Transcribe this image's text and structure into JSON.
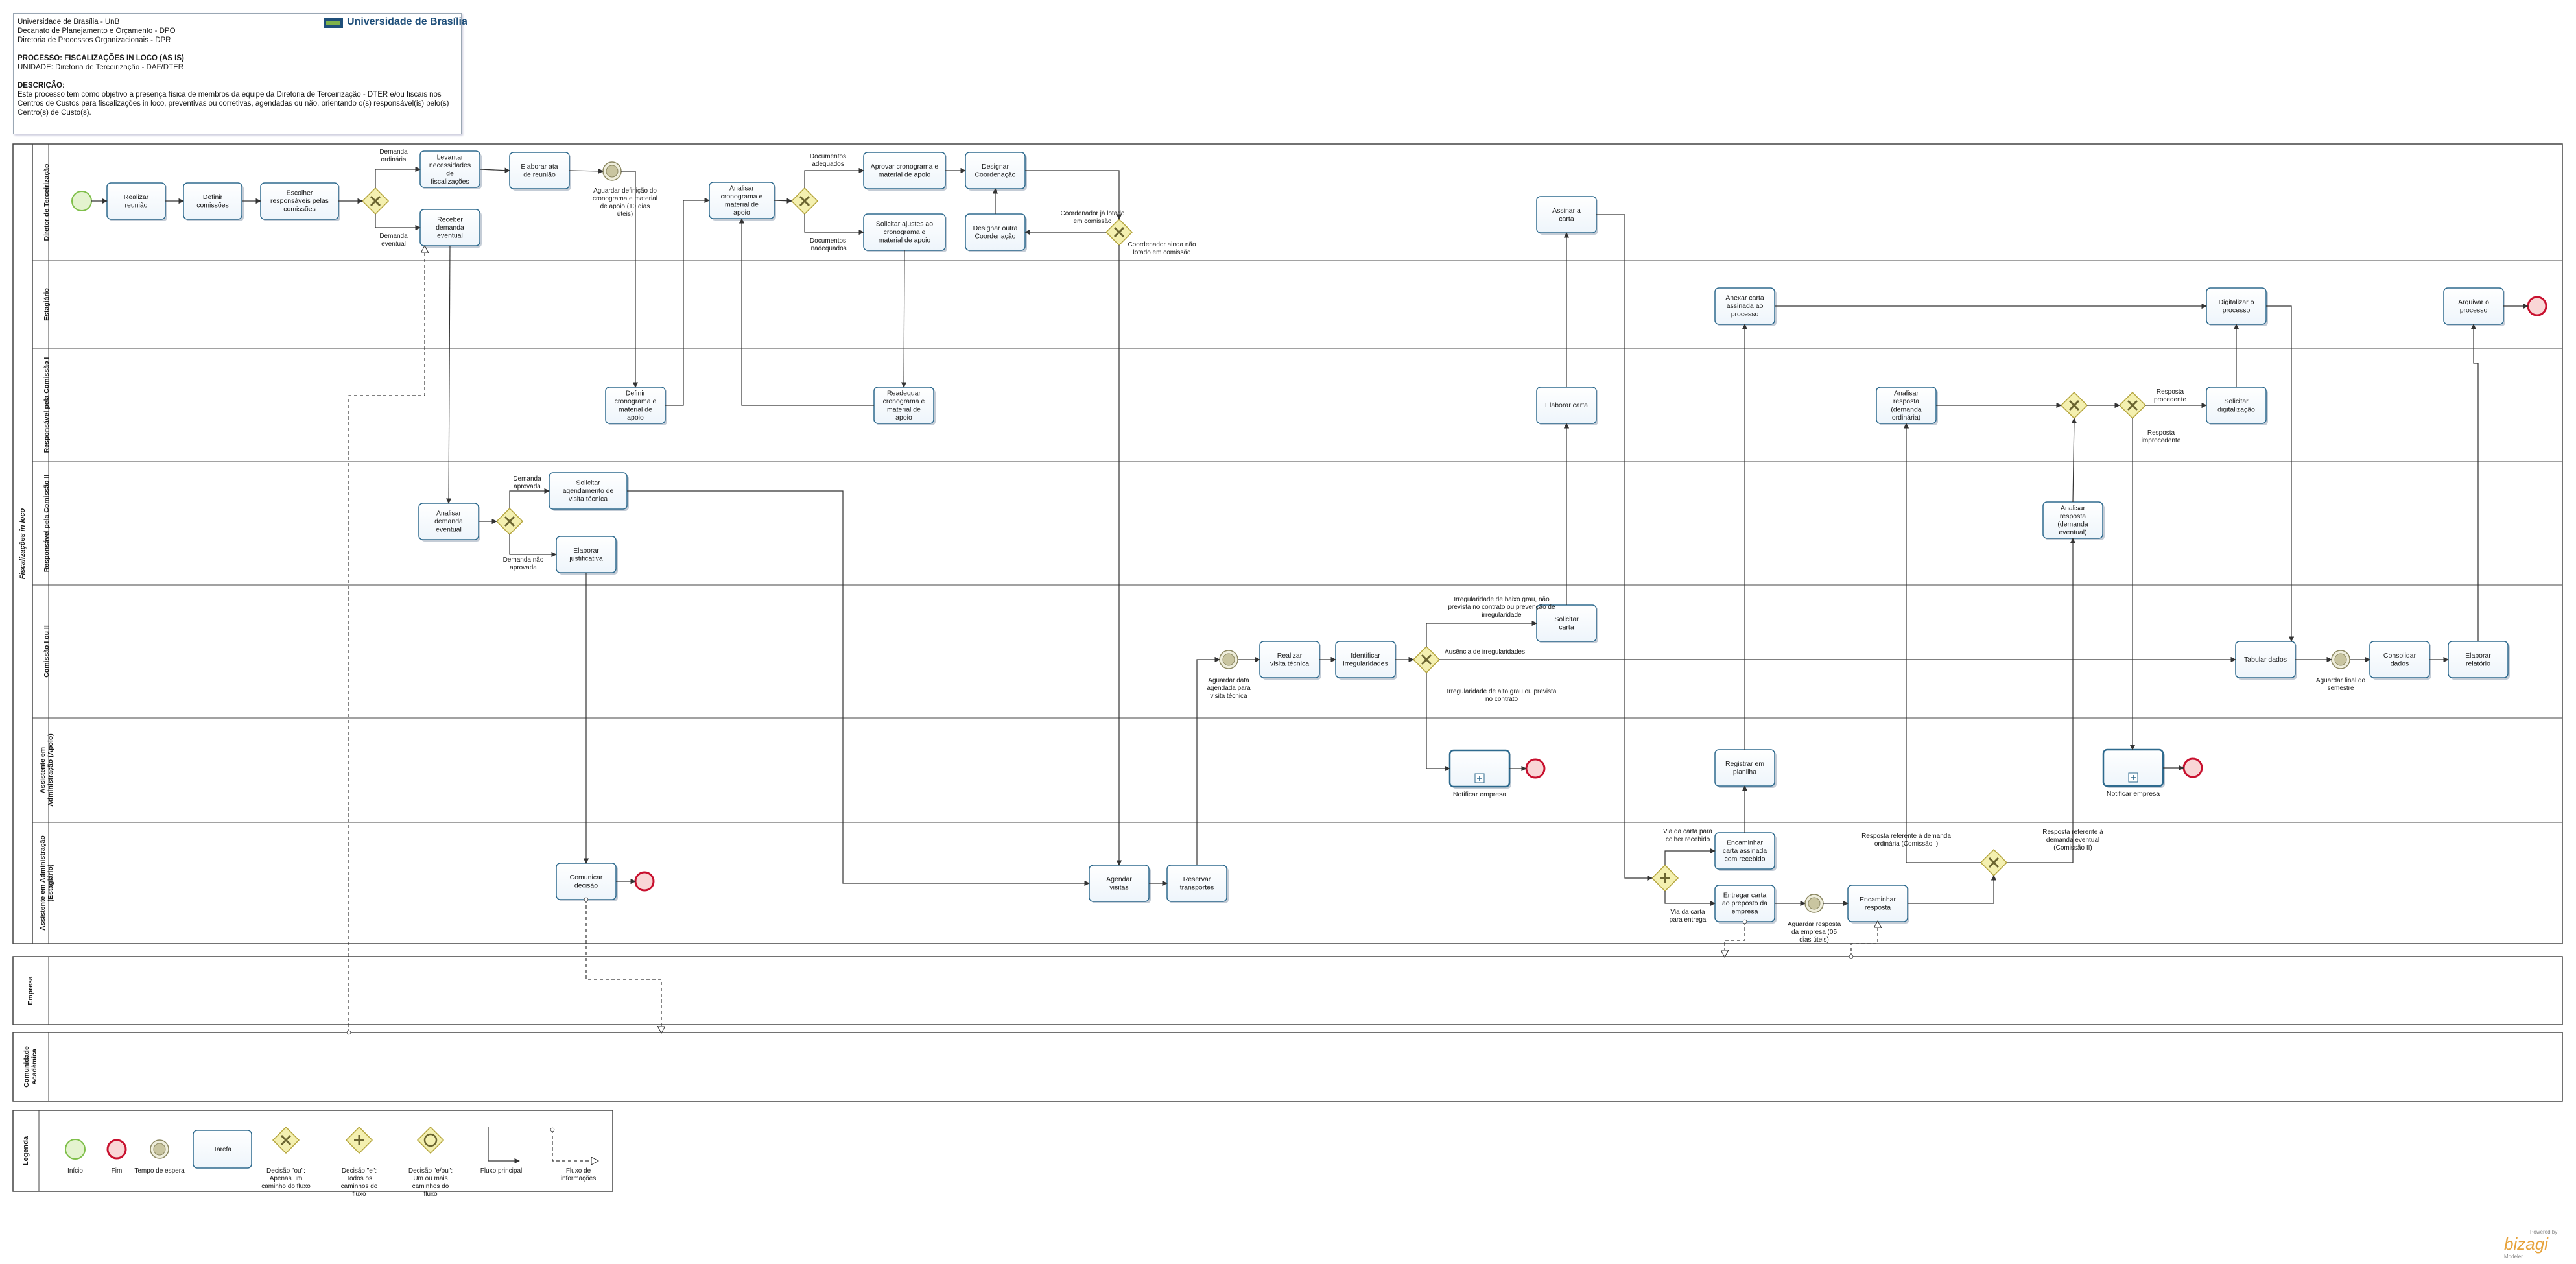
{
  "header": {
    "lines": [
      "Universidade de Brasília - UnB",
      "Decanato de Planejamento e Orçamento - DPO",
      "Diretoria de Processos Organizacionais - DPR"
    ],
    "process_label": "PROCESSO: FISCALIZAÇÕES IN LOCO (AS IS)",
    "unit_label": "UNIDADE: Diretoria de Terceirização - DAF/DTER",
    "description_title": "DESCRIÇÃO:",
    "description": "Este processo tem como objetivo a presença física de membros da equipe da Diretoria de Terceirização - DTER e/ou fiscais nos Centros de Custos para fiscalizações in loco, preventivas ou corretivas, agendadas ou não, orientando o(s) responsável(is) pelo(s) Centro(s) de Custo(s).",
    "logo_text": "Universidade de Brasília"
  },
  "pool_title": "Fiscalizações in loco",
  "lanes": [
    "Diretor de Terceirização",
    "Estagiário",
    "Responsável pela Comissão I",
    "Responsável pela Comissão II",
    "Comissão I ou II",
    "Assistente em Administração (Apoio)",
    "Assistente em Administração (Estagiário)"
  ],
  "external_pools": [
    "Empresa",
    "Comunidade Acadêmica"
  ],
  "tasks": [
    {
      "id": "t1",
      "label": "Realizar reunião"
    },
    {
      "id": "t2",
      "label": "Definir comissões"
    },
    {
      "id": "t3",
      "label": "Escolher responsáveis pelas comissões"
    },
    {
      "id": "t4",
      "label": "Levantar necessidades de fiscalizações"
    },
    {
      "id": "t5",
      "label": "Elaborar ata de reunião"
    },
    {
      "id": "t6",
      "label": "Receber demanda eventual"
    },
    {
      "id": "t7",
      "label": "Analisar cronograma e material de apoio"
    },
    {
      "id": "t8",
      "label": "Aprovar cronograma e material de apoio"
    },
    {
      "id": "t9",
      "label": "Designar Coordenação"
    },
    {
      "id": "t10",
      "label": "Solicitar ajustes ao cronograma e material de apoio"
    },
    {
      "id": "t11",
      "label": "Designar outra Coordenação"
    },
    {
      "id": "t12",
      "label": "Assinar a carta"
    },
    {
      "id": "t13",
      "label": "Anexar carta assinada ao processo"
    },
    {
      "id": "t14",
      "label": "Digitalizar o processo"
    },
    {
      "id": "t15",
      "label": "Arquivar o processo"
    },
    {
      "id": "t16",
      "label": "Definir cronograma e material de apoio"
    },
    {
      "id": "t17",
      "label": "Readequar cronograma e material de apoio"
    },
    {
      "id": "t18",
      "label": "Elaborar carta"
    },
    {
      "id": "t19",
      "label": "Analisar resposta (demanda ordinária)"
    },
    {
      "id": "t20",
      "label": "Solicitar digitalização"
    },
    {
      "id": "t21",
      "label": "Analisar demanda eventual"
    },
    {
      "id": "t22",
      "label": "Solicitar agendamento de visita técnica"
    },
    {
      "id": "t23",
      "label": "Elaborar justificativa"
    },
    {
      "id": "t24",
      "label": "Analisar resposta (demanda eventual)"
    },
    {
      "id": "t25",
      "label": "Realizar visita técnica"
    },
    {
      "id": "t26",
      "label": "Identificar irregularidades"
    },
    {
      "id": "t27",
      "label": "Solicitar carta"
    },
    {
      "id": "t28",
      "label": "Tabular dados"
    },
    {
      "id": "t29",
      "label": "Consolidar dados"
    },
    {
      "id": "t30",
      "label": "Elaborar relatório"
    },
    {
      "id": "t31",
      "label": ""
    },
    {
      "id": "t32",
      "label": "Registrar em planilha"
    },
    {
      "id": "t33",
      "label": ""
    },
    {
      "id": "t34",
      "label": "Comunicar decisão"
    },
    {
      "id": "t35",
      "label": "Agendar visitas"
    },
    {
      "id": "t36",
      "label": "Reservar transportes"
    },
    {
      "id": "t37",
      "label": "Encaminhar carta assinada com recebido"
    },
    {
      "id": "t38",
      "label": "Entregar carta ao preposto da empresa"
    },
    {
      "id": "t39",
      "label": "Encaminhar resposta"
    }
  ],
  "subprocess_captions": [
    "Notificar empresa",
    "Notificar empresa"
  ],
  "event_labels": [
    "Aguardar definição do cronograma e material de apoio (10 dias úteis)",
    "Aguardar data agendada para visita técnica",
    "Aguardar final do semestre",
    "Aguardar resposta da empresa (05 dias úteis)"
  ],
  "flow_labels": [
    "Demanda ordinária",
    "Demanda eventual",
    "Documentos adequados",
    "Documentos inadequados",
    "Coordenador já lotado em comissão",
    "Coordenador ainda não lotado em comissão",
    "Demanda aprovada",
    "Demanda não aprovada",
    "Resposta procedente",
    "Resposta improcedente",
    "Irregularidade de baixo grau, não prevista no contrato ou prevenção de irregularidade",
    "Ausência de irregularidades",
    "Irregularidade de alto grau ou prevista no contrato",
    "Via da carta para colher recebido",
    "Via da carta para entrega",
    "Resposta referente à demanda ordinária (Comissão I)",
    "Resposta referente à demanda eventual (Comissão II)"
  ],
  "legend": {
    "title": "Legenda",
    "items": [
      "Início",
      "Fim",
      "Tempo de espera",
      "Tarefa",
      "Decisão \"ou\": Apenas um caminho do fluxo",
      "Decisão \"e\": Todos os caminhos do fluxo",
      "Decisão \"e/ou\": Um ou mais caminhos do fluxo",
      "Fluxo principal",
      "Fluxo de informações"
    ]
  },
  "bizagi": {
    "powered": "Powered by",
    "name": "bizagi",
    "sub": "Modeler"
  },
  "colors": {
    "task_fill": "#eef5fb",
    "task_stroke": "#2e6a8e",
    "gateway_fill": "#f4f0b0",
    "gateway_stroke": "#b4a43c",
    "start": "#7fbf4a",
    "end": "#c8102e",
    "timer": "#c9c5a0",
    "lane_line": "#444444",
    "flow": "#333333"
  }
}
